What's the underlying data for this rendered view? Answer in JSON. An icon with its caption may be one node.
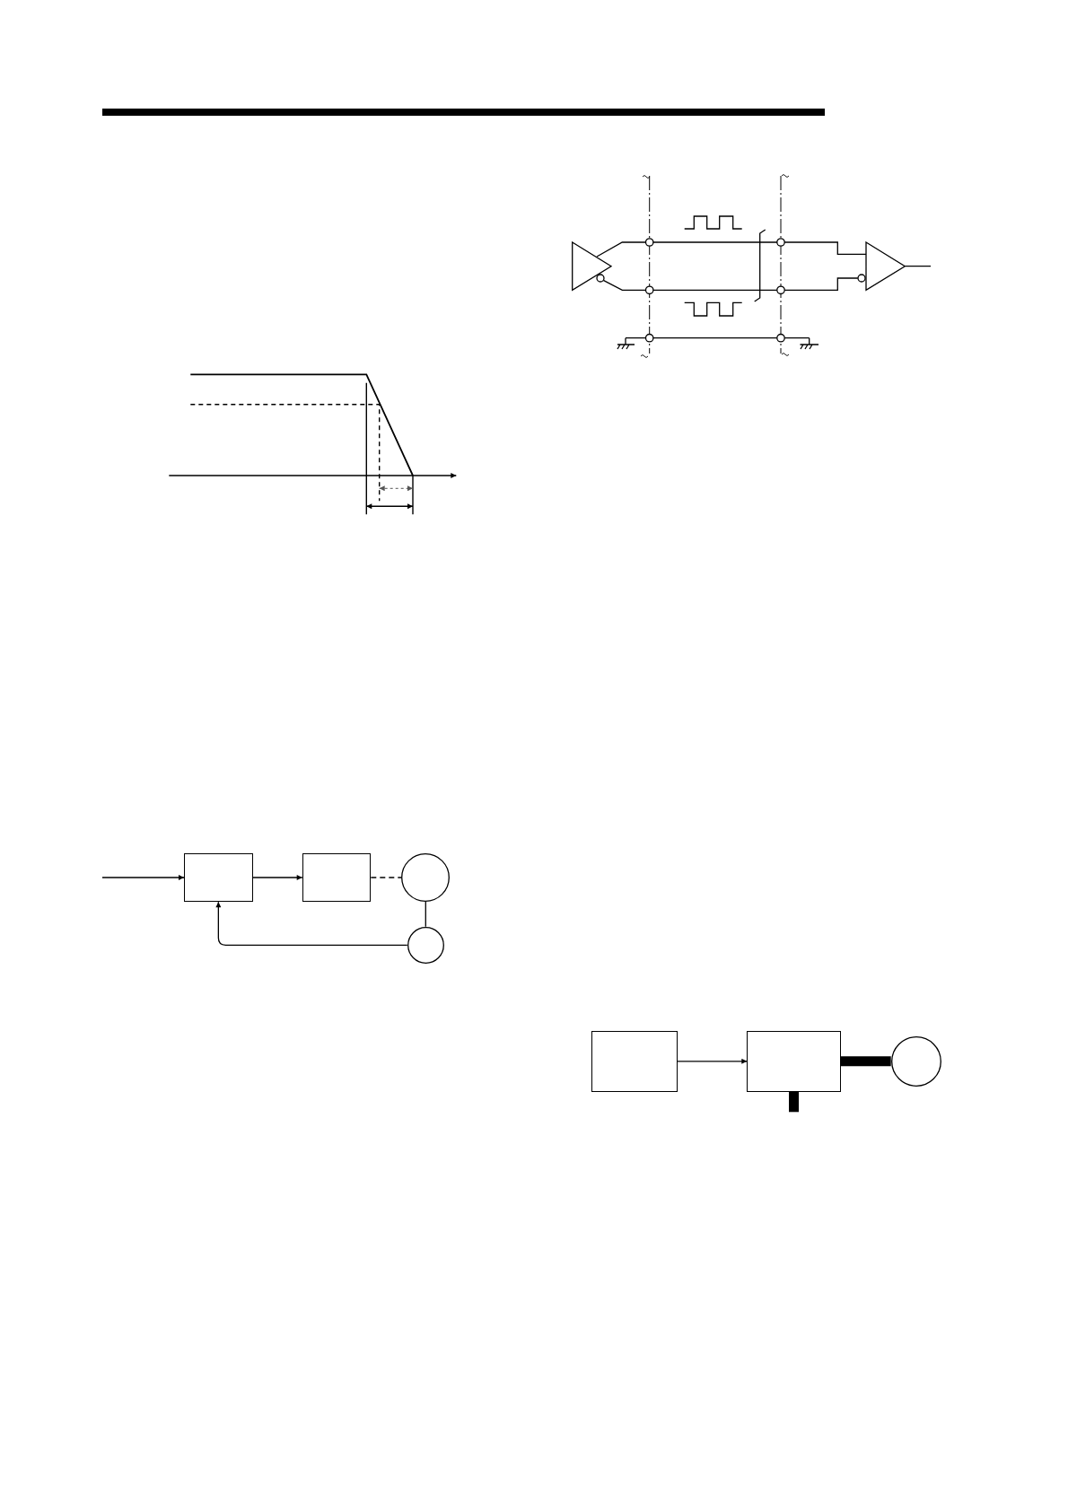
{
  "diagram": {
    "nodes": [
      {
        "text": [],
        "shape": "box"
      },
      {
        "text": [],
        "shape": "box"
      },
      {
        "text": [],
        "shape": "circle"
      },
      {
        "text": [],
        "shape": "circle"
      },
      {
        "text": [],
        "shape": "box"
      },
      {
        "text": [],
        "shape": "box"
      },
      {
        "text": [],
        "shape": "circle"
      }
    ],
    "edges": [
      {
        "from": null,
        "to": 0,
        "arrow": "to"
      },
      {
        "from": 0,
        "to": 1,
        "arrow": "to"
      },
      {
        "from": 1,
        "to": 2,
        "arrow": "none",
        "style": "dashed"
      },
      {
        "from": 2,
        "to": 3,
        "arrow": "none"
      },
      {
        "from": 3,
        "to": 0,
        "arrow": "to"
      },
      {
        "from": 4,
        "to": 5,
        "arrow": "to"
      },
      {
        "from": 5,
        "to": 6,
        "arrow": "none",
        "style": "thick"
      },
      {
        "from": 5,
        "to": null,
        "arrow": "none",
        "style": "thick"
      }
    ]
  }
}
